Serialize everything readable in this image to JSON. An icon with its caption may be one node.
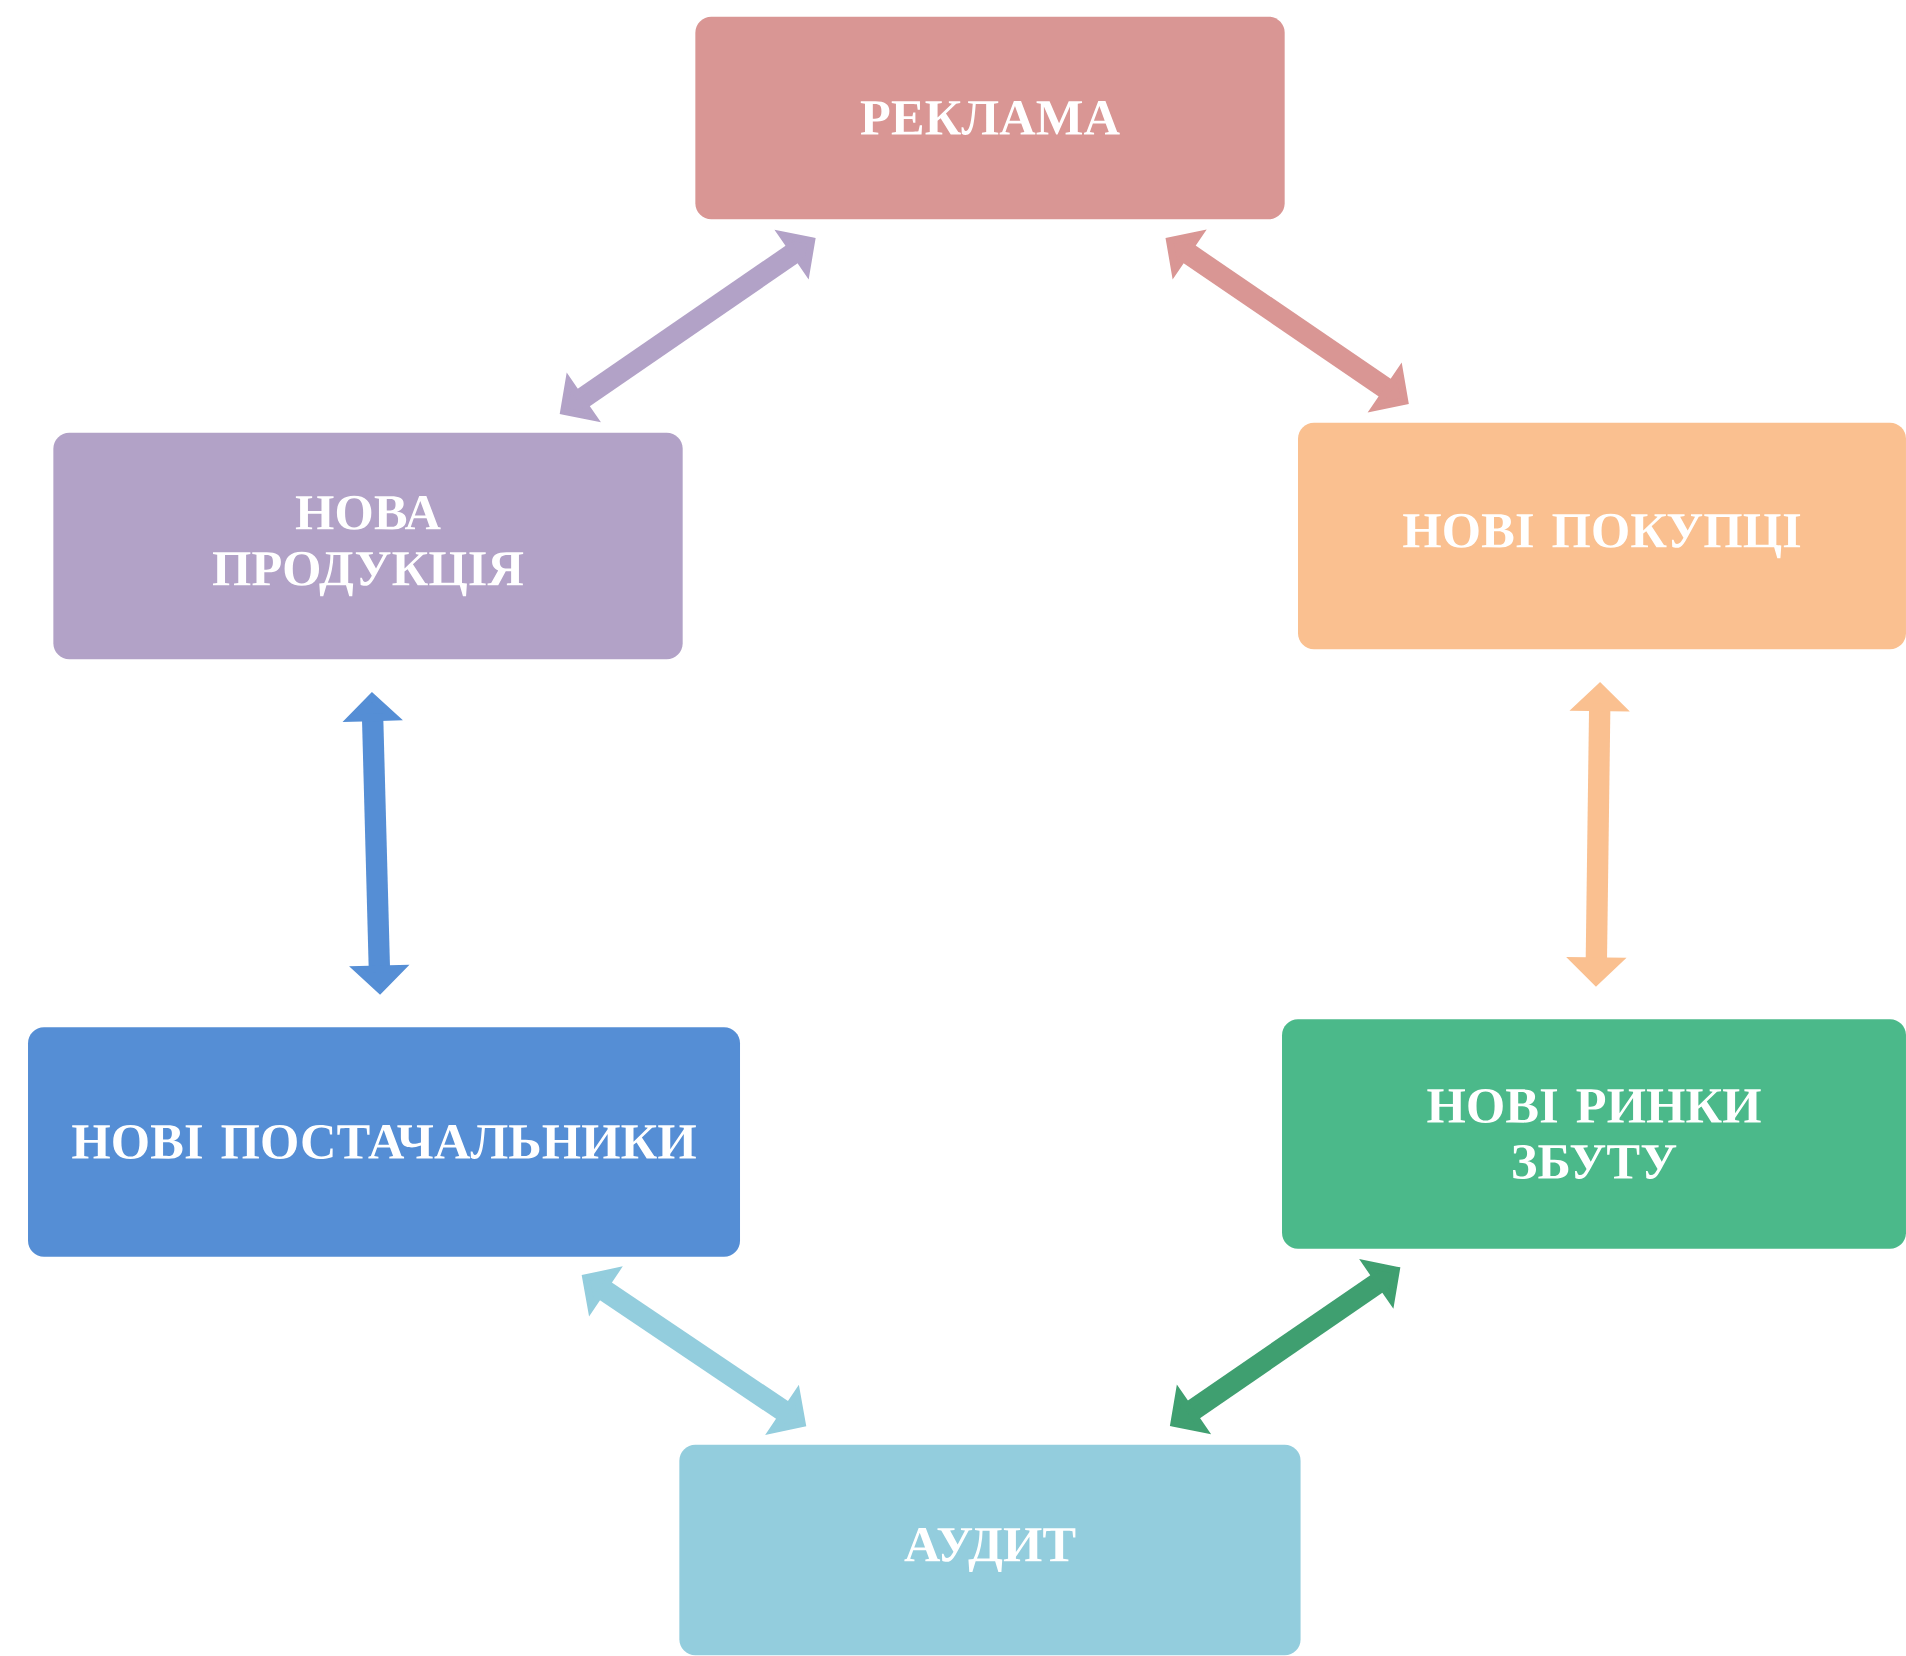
{
  "diagram": {
    "nodes": [
      {
        "text": [
          "РЕКЛАМА"
        ]
      },
      {
        "text": [
          "НОВА ПРОДУКЦІЯ"
        ]
      },
      {
        "text": [
          "НОВІ ПОКУПЦІ"
        ]
      },
      {
        "text": [
          "НОВІ ПОСТАЧАЛЬНИКИ"
        ]
      },
      {
        "text": [
          "НОВІ РИНКИ ЗБУТУ"
        ]
      },
      {
        "text": [
          "АУДИТ"
        ]
      }
    ],
    "edges": [
      {
        "from": 1,
        "to": 0,
        "arrow": "both",
        "color": "#b2a2c7"
      },
      {
        "from": 0,
        "to": 2,
        "arrow": "both",
        "color": "#d99694"
      },
      {
        "from": 1,
        "to": 3,
        "arrow": "both",
        "color": "#558ed5"
      },
      {
        "from": 2,
        "to": 4,
        "arrow": "both",
        "color": "#fac090"
      },
      {
        "from": 3,
        "to": 5,
        "arrow": "both",
        "color": "#93cddd"
      },
      {
        "from": 5,
        "to": 4,
        "arrow": "both",
        "color": "#3f9f70"
      }
    ]
  }
}
